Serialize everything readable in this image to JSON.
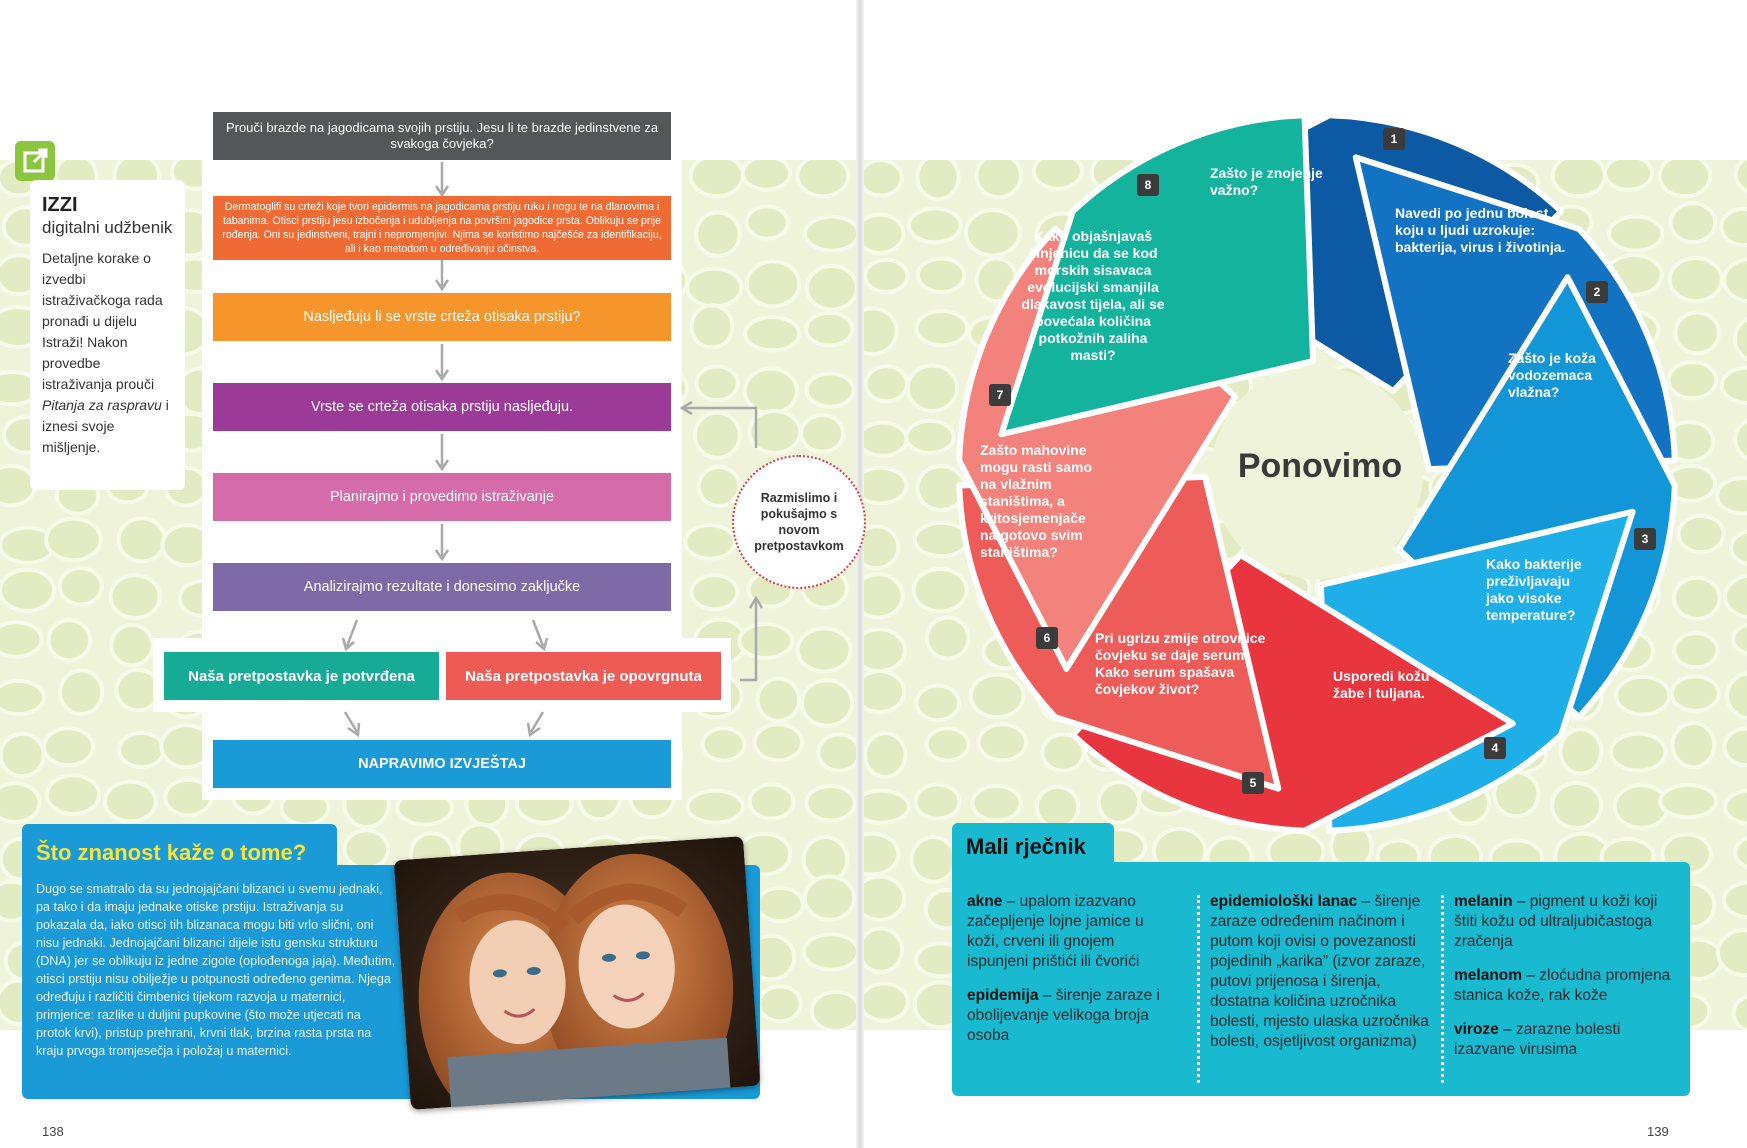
{
  "left_page": {
    "izzi": {
      "title": "IZZI",
      "subtitle": "digitalni udžbenik",
      "description_before_italic": "Detaljne korake o izvedbi istraživačkoga rada pronađi u dijelu Istraži! Nakon provedbe istraživanja prouči ",
      "description_italic": "Pitanja za raspravu",
      "description_after_italic": " i iznesi svoje mišljenje.",
      "icon": "external-link-icon"
    },
    "flowchart": {
      "step1": "Prouči brazde na jagodicama svojih prstiju. Jesu li te brazde jedinstvene za svakoga čovjeka?",
      "step2": "Dermatoglifi su crteži koje tvori epidermis na jagodicama prstiju ruku i nogu te na dlanovima i tabanima. Otisci prstiju jesu izbočenja i udubljenja na površini jagodice prsta. Oblikuju se prije rođenja. Oni su jedinstveni, trajni i nepromjenjivi. Njima se koristimo najčešće za identifikaciju, ali i kao metodom u određivanju očinstva.",
      "step3": "Nasljeđuju li se vrste crteža otisaka prstiju?",
      "step4": "Vrste se crteža otisaka prstiju nasljeđuju.",
      "step5": "Planirajmo i provedimo istraživanje",
      "step6": "Analizirajmo rezultate i donesimo zaključke",
      "outcome_confirmed": "Naša pretpostavka je potvrđena",
      "outcome_refuted": "Naša pretpostavka je opovrgnuta",
      "final": "NAPRAVIMO IZVJEŠTAJ",
      "rethink": "Razmislimo i pokušajmo s novom pretpostavkom"
    },
    "science": {
      "title": "Što znanost kaže o tome?",
      "text": "Dugo se smatralo da su jednojajčani blizanci u svemu jednaki, pa tako i da imaju jednake otiske prstiju. Istraživanja su pokazala da, iako otisci tih blizanaca mogu biti vrlo slični, oni nisu jednaki. Jednojajčani blizanci dijele istu gensku strukturu (DNA) jer se oblikuju iz jedne zigote (oplođenoga jaja). Međutim, otisci prstiju nisu obilježje u potpunosti određeno genima. Njega određuju i različiti čimbenici tijekom razvoja u maternici, primjerice: razlike u duljini pupkovine (što može utjecati na protok krvi), pristup prehrani, krvni tlak, brzina rasta prsta na kraju prvoga tromjesečja i položaj u maternici.",
      "photo": "twins-photo"
    },
    "page_number": "138"
  },
  "right_page": {
    "wheel": {
      "title": "Ponovimo",
      "segments": [
        {
          "num": "1",
          "text": "Zašto je znojenje važno?",
          "color": "#0b5aa3"
        },
        {
          "num": "2",
          "text": "Navedi po jednu bolest koju u ljudi uzrokuje: bakterija, virus i životinja.",
          "color": "#1273c2"
        },
        {
          "num": "3",
          "text": "Zašto je koža vodozemaca vlažna?",
          "color": "#1396d8"
        },
        {
          "num": "4",
          "text": "Kako bakterije preživljavaju jako visoke temperature?",
          "color": "#1eaee8"
        },
        {
          "num": "5",
          "text": "Usporedi kožu žabe i tuljana.",
          "color": "#e8353e"
        },
        {
          "num": "6",
          "text": "Pri ugrizu zmije otrovnice čovjeku se daje serum. Kako serum spašava čovjekov život?",
          "color": "#ee5c5a"
        },
        {
          "num": "7",
          "text": "Zašto mahovine mogu rasti samo na vlažnim staništima, a kritosjemenjače na gotovo svim staništima?",
          "color": "#f2827b"
        },
        {
          "num": "8",
          "text": "Kako objašnjavaš činjenicu da se kod morskih sisavaca evolucijski smanjila dlakavost tijela, ali se povećala količina potkožnih zaliha masti?",
          "color": "#13b39e"
        }
      ]
    },
    "dictionary": {
      "title": "Mali rječnik",
      "entries": [
        {
          "term": "akne",
          "definition": " – upalom izazvano začepljenje lojne jamice u koži, crveni ili gnojem ispunjeni prištići ili čvorići"
        },
        {
          "term": "epidemija",
          "definition": " – širenje zaraze i obolijevanje velikoga broja osoba"
        },
        {
          "term": "epidemiološki lanac",
          "definition": " – širenje zaraze određenim načinom i putom koji ovisi o povezanosti pojedinih „karika” (izvor zaraze, putovi prijenosa i širenja, dostatna količina uzročnika bolesti, mjesto ulaska uzročnika bolesti, osjetljivost organizma)"
        },
        {
          "term": "melanin",
          "definition": " – pigment u koži koji štiti kožu od ultraljubičastoga zračenja"
        },
        {
          "term": "melanom",
          "definition": " – zloćudna promjena stanica kože, rak kože"
        },
        {
          "term": "viroze",
          "definition": " – zarazne bolesti izazvane virusima"
        }
      ]
    },
    "page_number": "139"
  }
}
